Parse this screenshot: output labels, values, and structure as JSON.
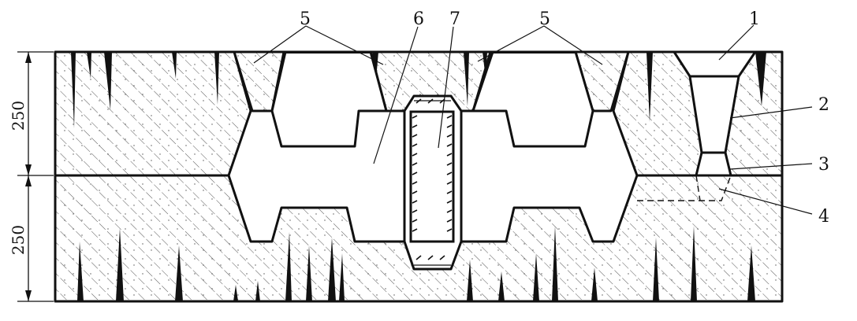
{
  "dimensions": {
    "upper": "250",
    "lower": "250"
  },
  "callouts": [
    {
      "id": "label-1",
      "text": "1"
    },
    {
      "id": "label-2",
      "text": "2"
    },
    {
      "id": "label-3",
      "text": "3"
    },
    {
      "id": "label-4",
      "text": "4"
    },
    {
      "id": "label-5-left",
      "text": "5"
    },
    {
      "id": "label-5-right",
      "text": "5"
    },
    {
      "id": "label-6",
      "text": "6"
    },
    {
      "id": "label-7",
      "text": "7"
    }
  ],
  "colors": {
    "stroke": "#111111",
    "hatch": "#555555",
    "background": "#ffffff"
  }
}
